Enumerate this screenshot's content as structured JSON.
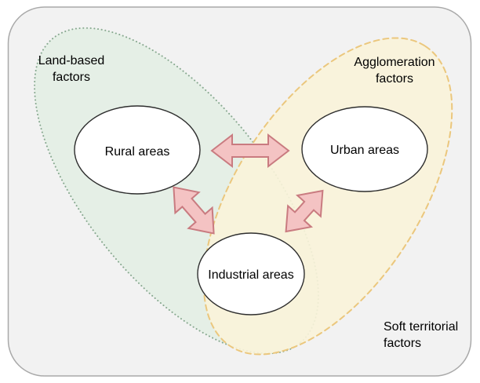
{
  "regions": {
    "land_based": {
      "label": "Land-based factors",
      "fill": "#e5efe6",
      "border_color": "#87a88f",
      "border_style": "dotted"
    },
    "agglomeration": {
      "label": "Agglomeration factors",
      "fill": "#faf3d9",
      "border_color": "#ebc77d",
      "border_style": "dashed"
    },
    "soft_territorial": {
      "label": "Soft territorial factors",
      "fill": "#f2f2f2",
      "border_color": "#a9a9a9",
      "border_style": "solid"
    }
  },
  "nodes": [
    {
      "id": "rural",
      "label": "Rural areas"
    },
    {
      "id": "urban",
      "label": "Urban areas"
    },
    {
      "id": "industrial",
      "label": "Industrial areas"
    }
  ],
  "connections": [
    {
      "from": "rural",
      "to": "urban",
      "type": "double-headed-arrow"
    },
    {
      "from": "rural",
      "to": "industrial",
      "type": "double-headed-arrow"
    },
    {
      "from": "urban",
      "to": "industrial",
      "type": "double-headed-arrow"
    }
  ],
  "arrow_style": {
    "fill": "#f4c3c3",
    "stroke": "#c97b80"
  }
}
